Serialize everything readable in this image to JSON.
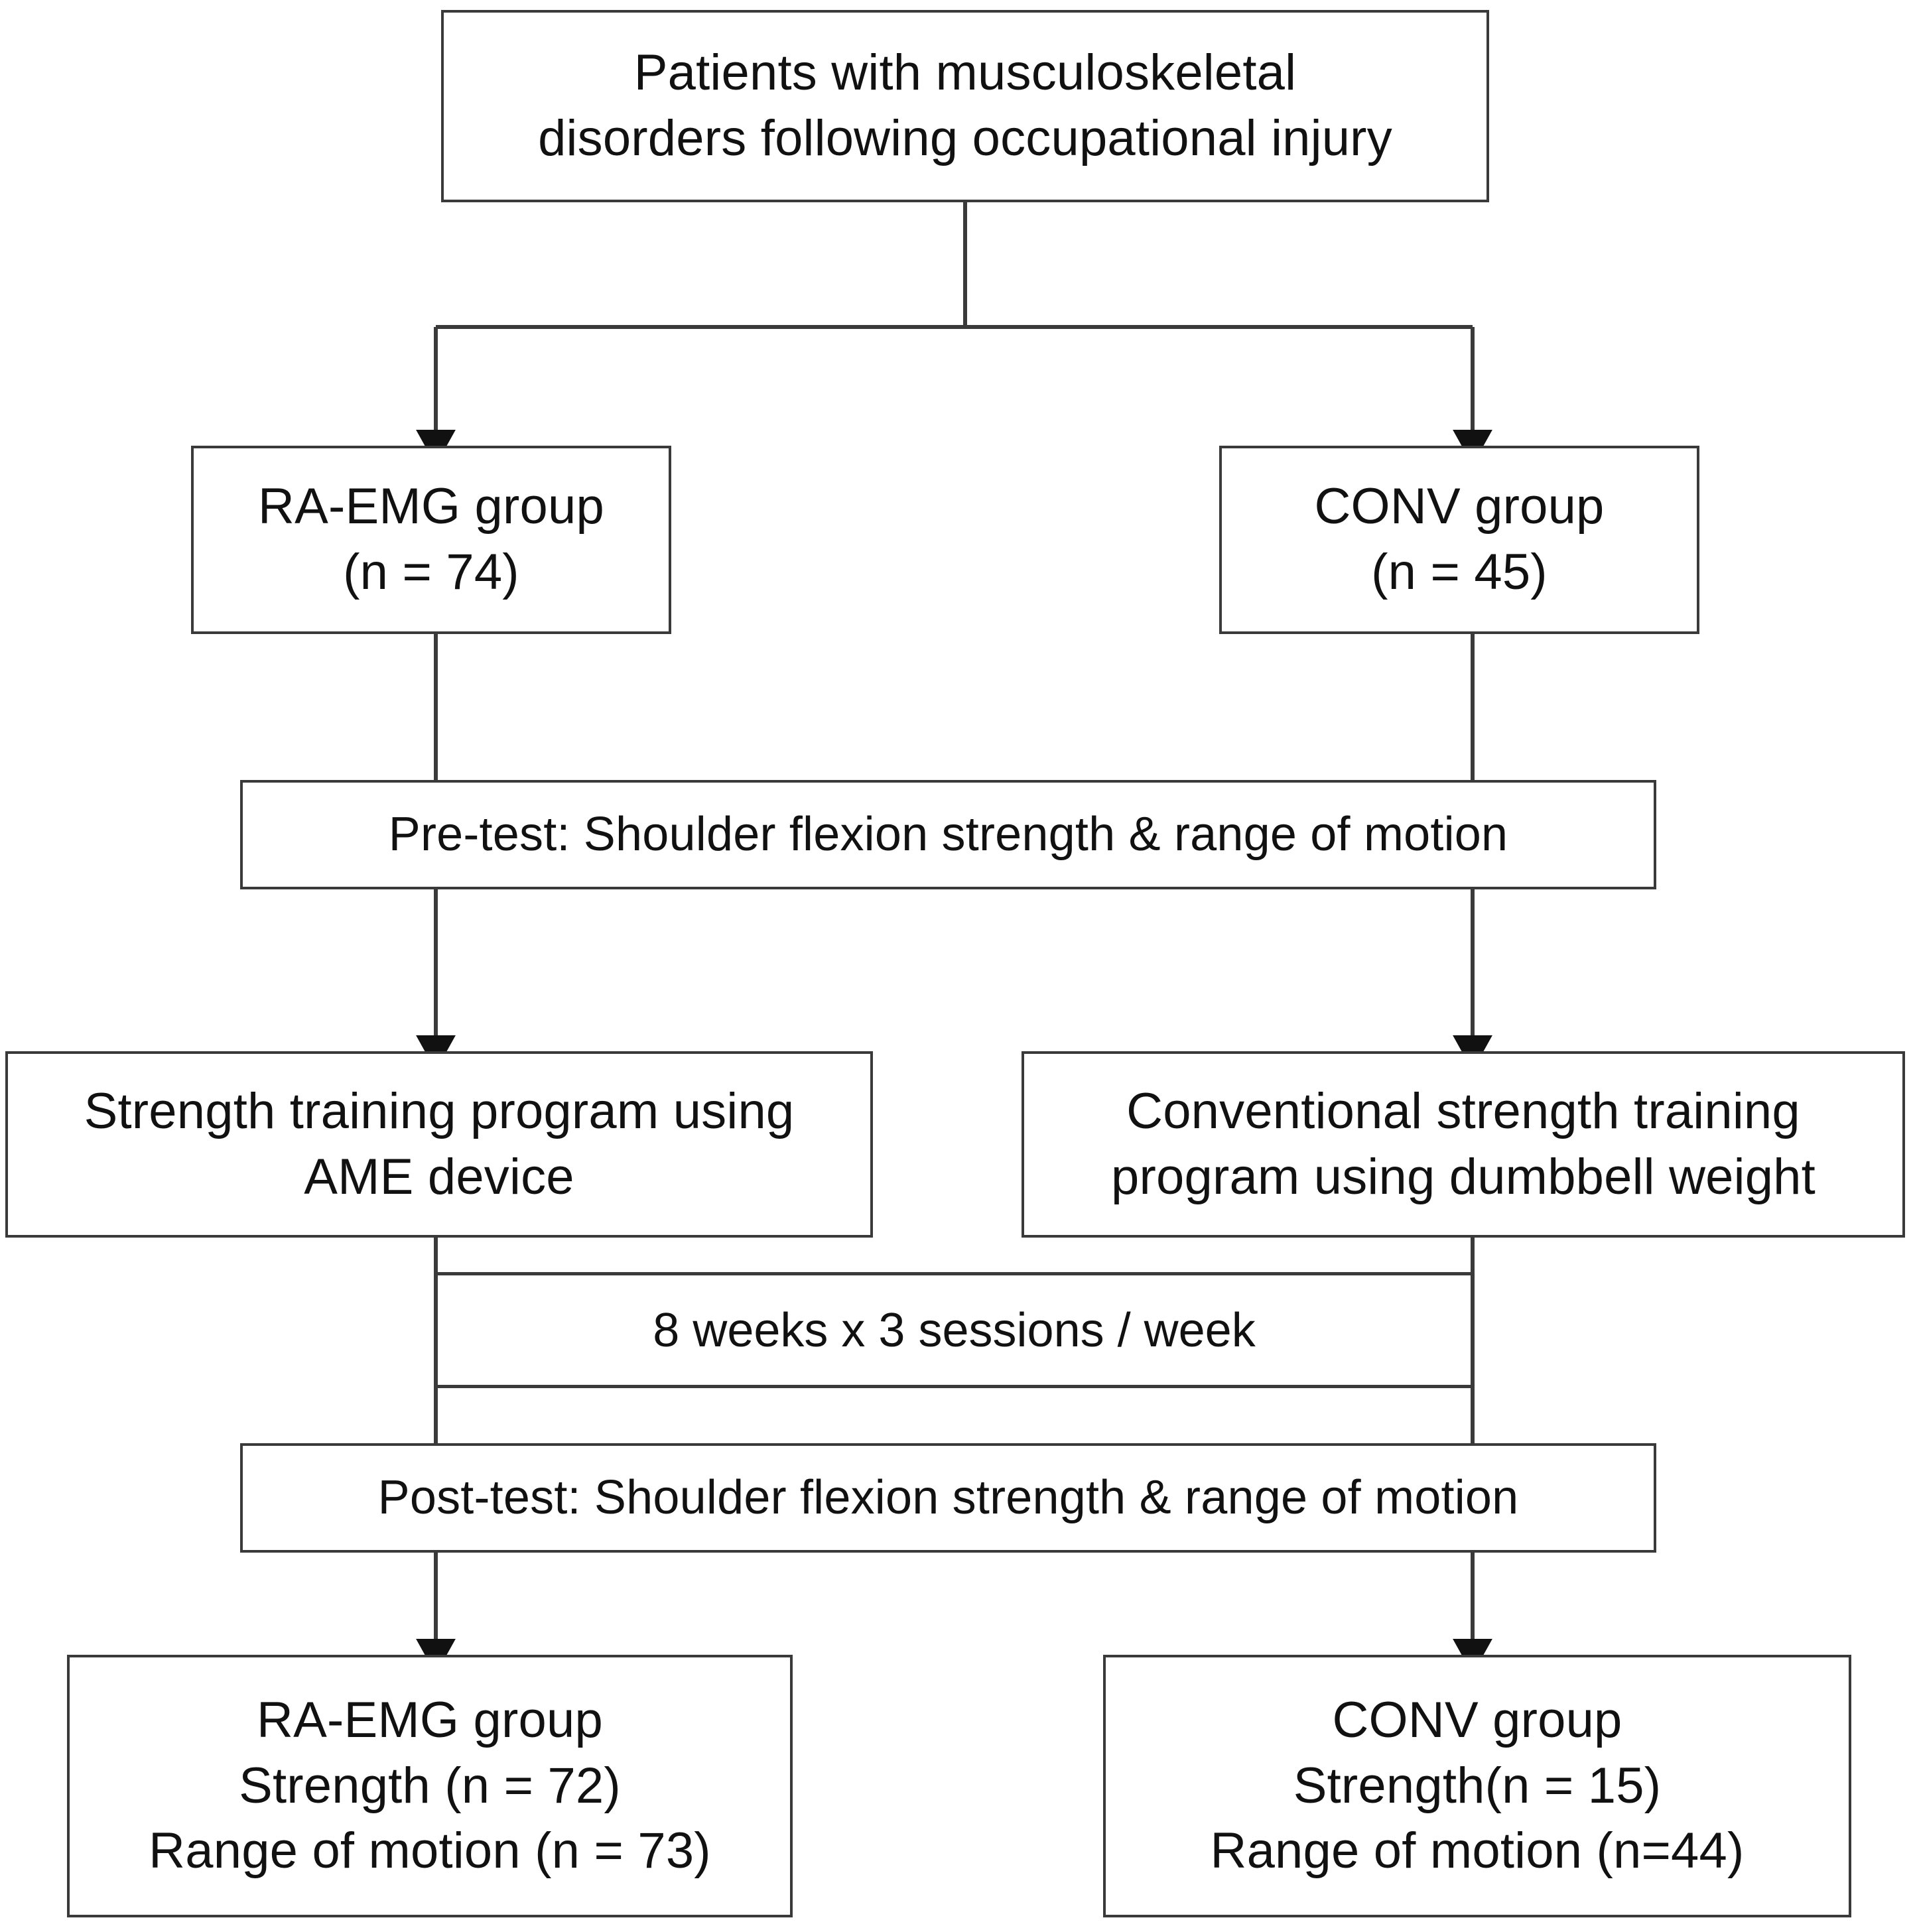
{
  "diagram": {
    "title": "Study flow diagram",
    "type": "flowchart",
    "stroke_color": "#3a3a3a",
    "text_color": "#111111",
    "background_color": "#ffffff",
    "nodes": {
      "population": {
        "lines": [
          "Patients with musculoskeletal",
          "disorders following occupational injury"
        ]
      },
      "group_raemg": {
        "lines": [
          "RA-EMG group",
          "(n = 74)"
        ]
      },
      "group_conv": {
        "lines": [
          "CONV group",
          "(n = 45)"
        ]
      },
      "pretest": {
        "lines": [
          "Pre-test: Shoulder flexion strength & range of motion"
        ]
      },
      "intervention_raemg": {
        "lines": [
          "Strength training program using",
          "AME device"
        ]
      },
      "intervention_conv": {
        "lines": [
          "Conventional strength training",
          "program using dumbbell weight"
        ]
      },
      "duration_band": {
        "lines": [
          "8 weeks x 3 sessions / week"
        ]
      },
      "posttest": {
        "lines": [
          "Post-test: Shoulder flexion strength & range of motion"
        ]
      },
      "result_raemg": {
        "lines": [
          "RA-EMG group",
          "Strength (n = 72)",
          "Range of motion (n = 73)"
        ]
      },
      "result_conv": {
        "lines": [
          "CONV group",
          "Strength(n = 15)",
          "Range of motion (n=44)"
        ]
      }
    }
  }
}
